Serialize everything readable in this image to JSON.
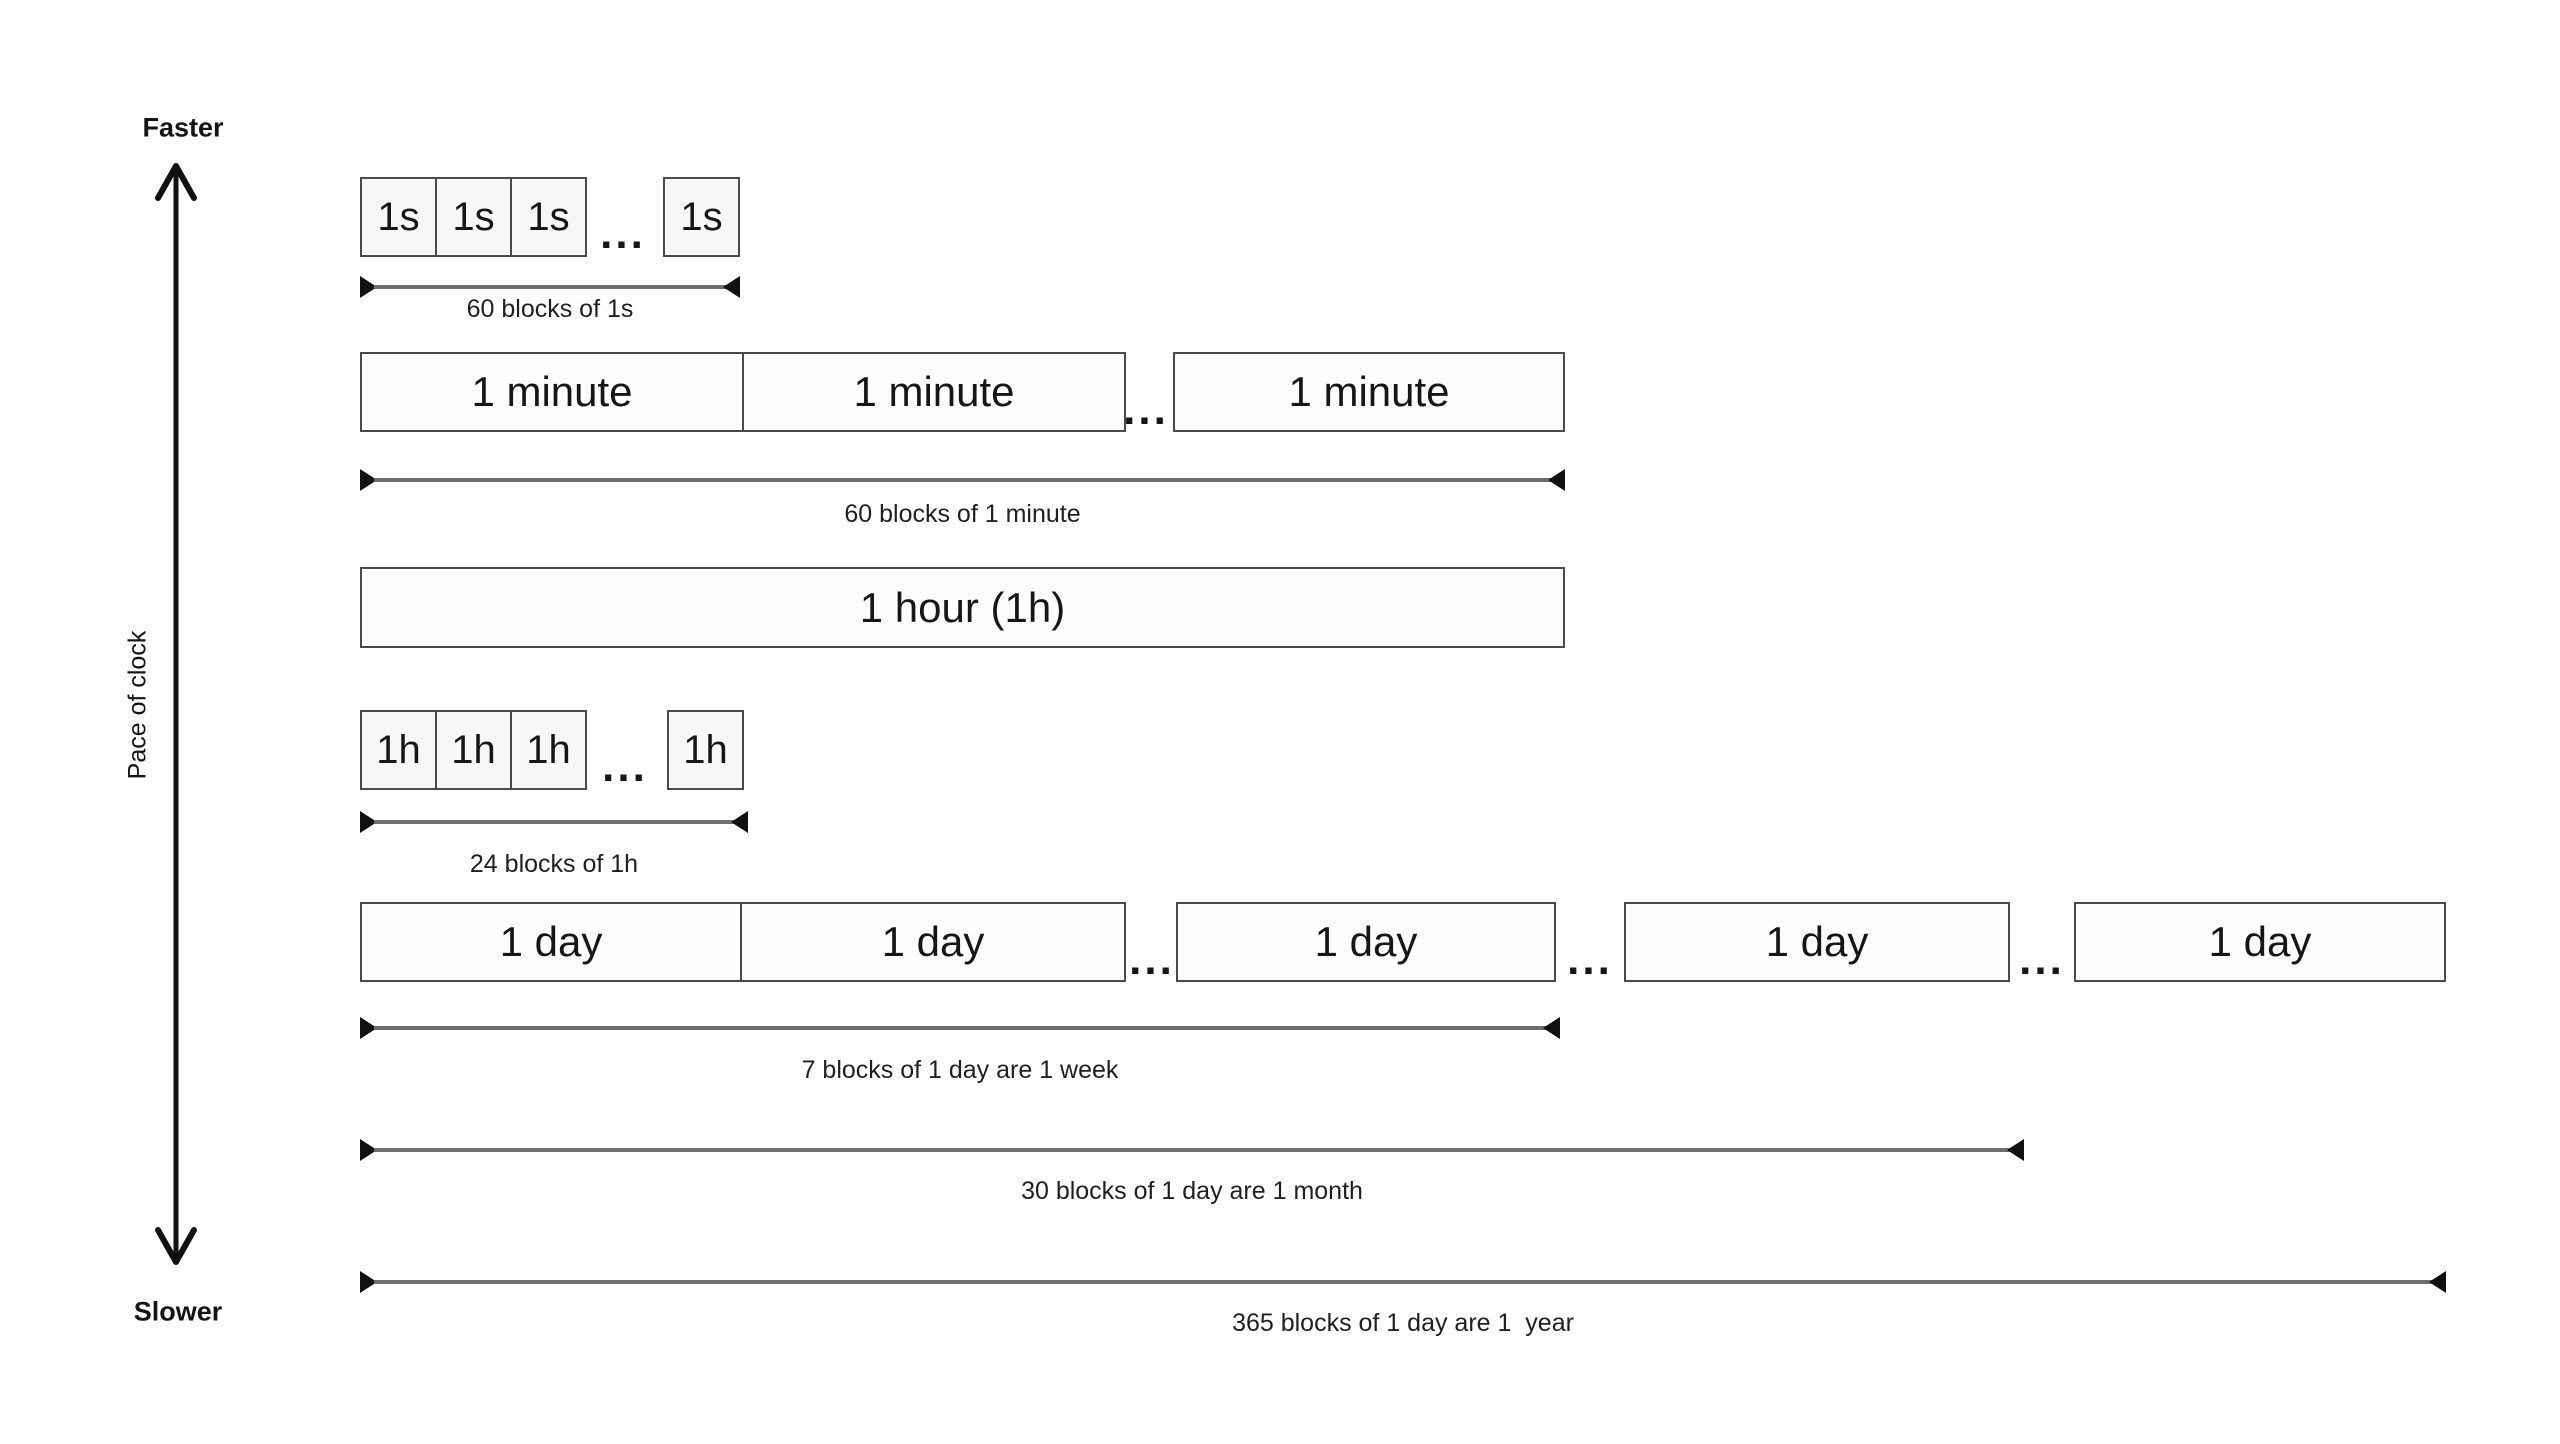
{
  "axis": {
    "top_label": "Faster",
    "bottom_label": "Slower",
    "side_label": "Pace of clock"
  },
  "seconds_row": {
    "blocks": [
      "1s",
      "1s",
      "1s",
      "1s"
    ],
    "ellipsis": "...",
    "span_label": "60 blocks of 1s"
  },
  "minutes_row": {
    "blocks": [
      "1 minute",
      "1 minute",
      "1 minute"
    ],
    "ellipsis": "...",
    "span_label": "60 blocks of 1 minute"
  },
  "hour_row": {
    "block": "1 hour (1h)"
  },
  "hours_row": {
    "blocks": [
      "1h",
      "1h",
      "1h",
      "1h"
    ],
    "ellipsis": "...",
    "span_label": "24 blocks of 1h"
  },
  "days_row": {
    "blocks": [
      "1 day",
      "1 day",
      "1 day",
      "1 day",
      "1 day"
    ],
    "ellipses": [
      "...",
      "...",
      "..."
    ],
    "week_span_label": "7 blocks of 1 day are 1 week",
    "month_span_label": "30 blocks of 1 day are 1 month",
    "year_span_label": "365 blocks of 1 day are 1  year"
  },
  "colors": {
    "background": "#ffffff",
    "box_border": "#4a4a4a",
    "small_box_fill": "#f7f7f7",
    "large_box_fill": "#fdfdfd",
    "arrow_line": "#6e6e6e",
    "arrow_tip": "#111111",
    "text": "#161616"
  }
}
